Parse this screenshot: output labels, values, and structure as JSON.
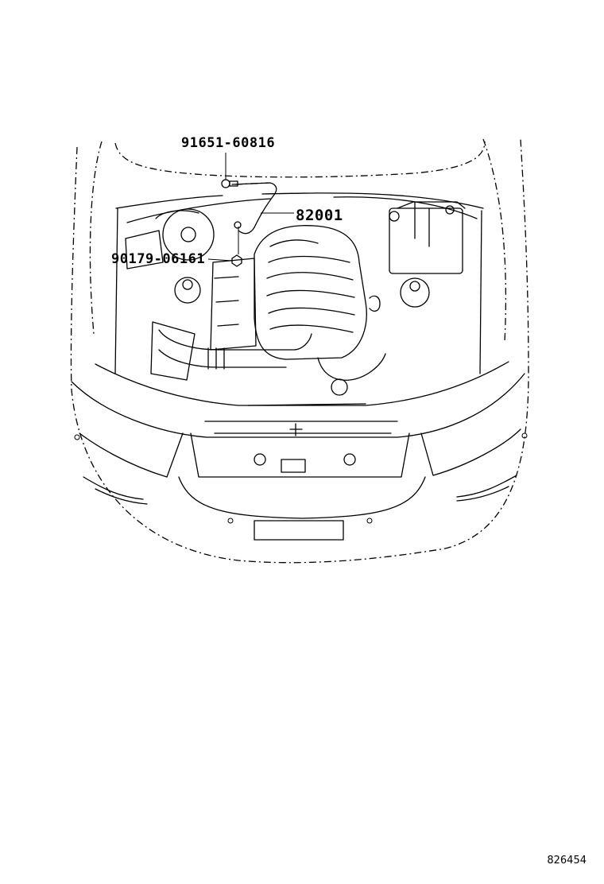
{
  "parts": {
    "bolt_part_number": "91651-60816",
    "ground_wire_part_number": "82001",
    "nut_part_number": "90179-06161"
  },
  "illustration_number": "826454"
}
